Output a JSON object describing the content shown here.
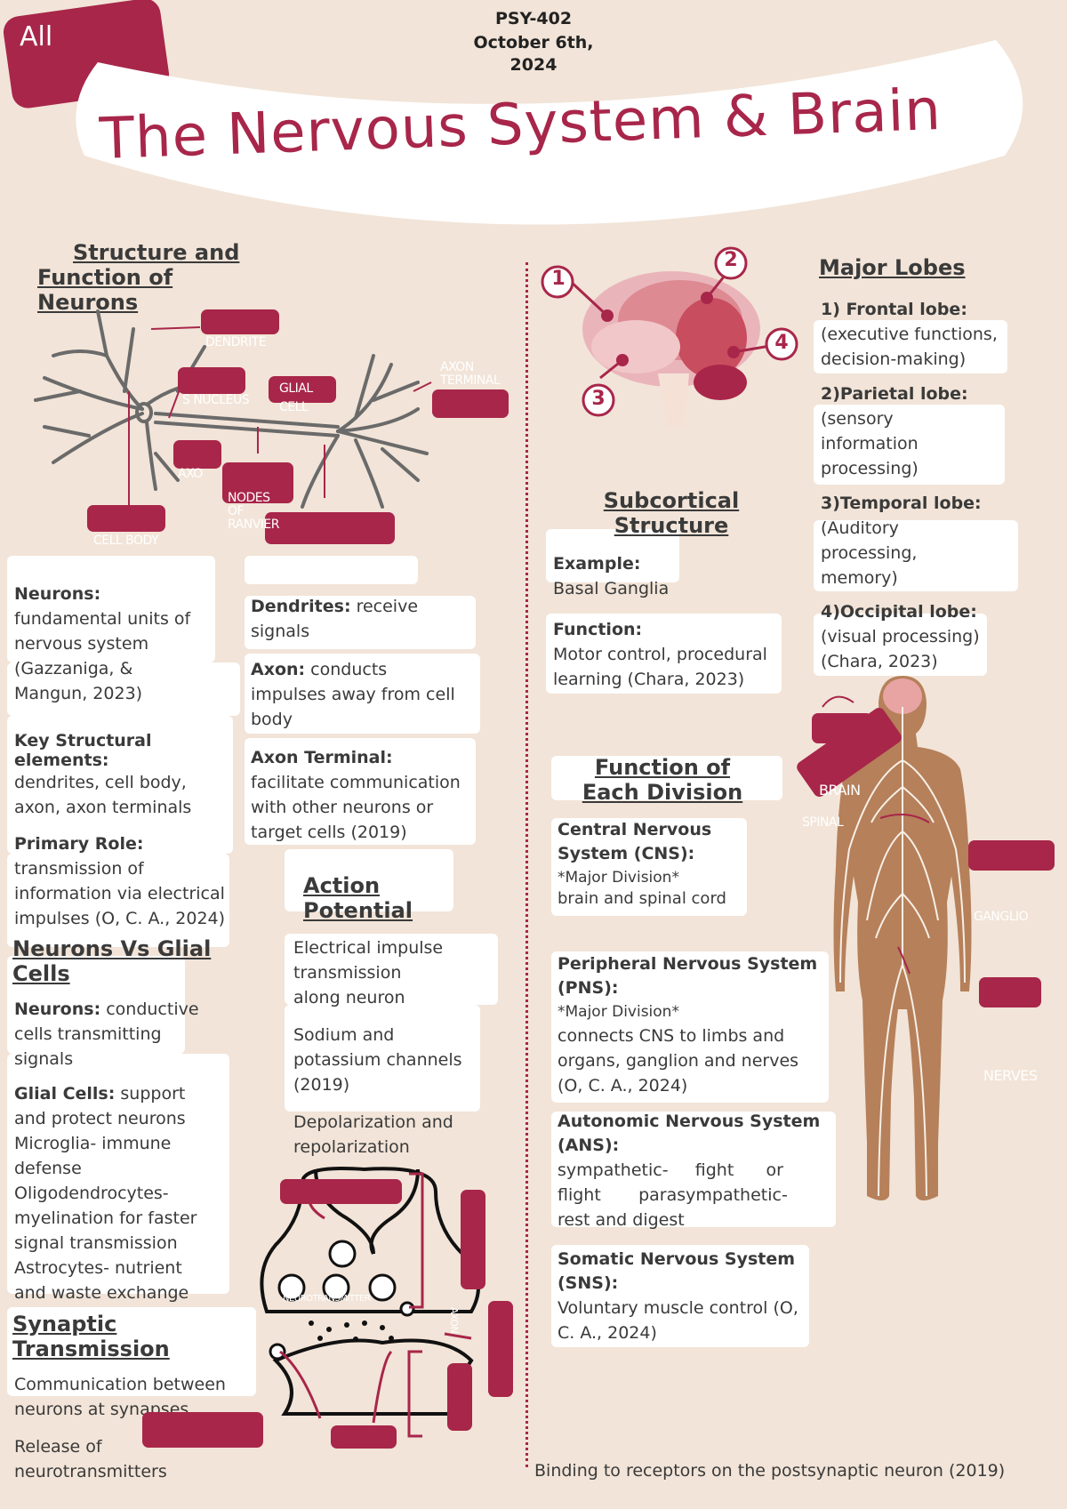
{
  "corner_tag": "All",
  "header": {
    "course": "PSY-402",
    "date_line1": "October 6th,",
    "date_line2": "2024",
    "title": "The Nervous System & Brain"
  },
  "neurons": {
    "heading": [
      "Structure and",
      "Function of",
      "Neurons"
    ],
    "diagram_labels": {
      "dendrite": "DENDRITE",
      "nucleus": "S NUCLEUS",
      "glial_cell": [
        "GLIAL",
        "CELL"
      ],
      "axon_terminal": [
        "AXON",
        "TERMINAL"
      ],
      "axon": "AXO",
      "nodes": [
        "NODES",
        "OF",
        "RANVIER"
      ],
      "cell_body": "CELL BODY"
    },
    "neurons_label": "Neurons:",
    "neurons_text": [
      "fundamental units of",
      "nervous system",
      "(Gazzaniga, &",
      "Mangun, 2023)"
    ],
    "key_label": [
      "Key Structural",
      "elements:"
    ],
    "key_text": [
      "dendrites, cell body,",
      "axon, axon terminals"
    ],
    "role_label": "Primary Role:",
    "role_text": [
      "transmission of",
      "information via electrical",
      "impulses (O, C. A., 2024)"
    ],
    "dendrites_label": "Dendrites:",
    "dendrites_text": " receive",
    "dendrites_text2": "signals",
    "axon_label": "Axon:",
    "axon_text": " conducts",
    "axon_text2": [
      "impulses away from cell",
      "body"
    ],
    "terminal_label": "Axon Terminal:",
    "terminal_text": [
      "facilitate communication",
      "with other neurons or",
      "target cells (2019)"
    ]
  },
  "glial": {
    "heading": [
      "Neurons Vs Glial",
      "Cells"
    ],
    "neurons_label": "Neurons:",
    "neurons_text": " conductive",
    "neurons_text2": [
      "cells transmitting",
      "signals"
    ],
    "glial_label": "Glial Cells:",
    "glial_text": " support",
    "glial_lines": [
      "and protect neurons",
      "Microglia- immune",
      "defense",
      "Oligodendrocytes-",
      "myelination for faster",
      "signal transmission",
      "Astrocytes- nutrient",
      "and waste exchange"
    ]
  },
  "action": {
    "heading": [
      "Action",
      "Potential"
    ],
    "lines1": [
      "Electrical impulse",
      "transmission",
      "along neuron"
    ],
    "lines2": [
      "Sodium and",
      "potassium channels",
      "(2019)"
    ],
    "lines3": [
      "Depolarization and",
      "repolarization"
    ]
  },
  "synaptic": {
    "heading": [
      "Synaptic",
      "Transmission"
    ],
    "lines1": [
      "Communication between",
      "neurons at synapses"
    ],
    "lines2": [
      "Release of",
      "neurotransmitters"
    ],
    "syn_labels": {
      "nt": "NEUROTRANSMITTER",
      "axon": "AXON"
    }
  },
  "lobes": {
    "heading": "Major Lobes",
    "items": [
      {
        "label": "1)  Frontal lobe:",
        "lines": [
          "(executive functions,",
          "decision-making)"
        ]
      },
      {
        "label": "2)Parietal lobe:",
        "lines": [
          "(sensory",
          "information",
          "processing)"
        ]
      },
      {
        "label": "3)Temporal lobe:",
        "lines": [
          "(Auditory",
          "processing,",
          "memory)"
        ]
      },
      {
        "label": "4)Occipital  lobe:",
        "lines": [
          "(visual processing)",
          "(Chara, 2023)"
        ]
      }
    ],
    "brain_numbers": [
      "1",
      "2",
      "3",
      "4"
    ]
  },
  "subcortical": {
    "heading": [
      "Subcortical",
      "Structure"
    ],
    "example_label": "Example:",
    "example": "Basal Ganglia",
    "function_label": "Function:",
    "function_lines": [
      "Motor control, procedural",
      "learning (Chara, 2023)"
    ]
  },
  "divisions": {
    "heading": [
      "Function of",
      "Each Division"
    ],
    "cns_label": [
      "Central Nervous",
      "System (CNS):"
    ],
    "cns_lines": [
      "*Major Division*",
      "brain and spinal cord"
    ],
    "pns_label": [
      "Peripheral Nervous System",
      "(PNS):"
    ],
    "pns_lines": [
      "*Major Division*",
      "connects CNS to limbs and",
      "organs, ganglion and nerves",
      "(O, C. A., 2024)"
    ],
    "ans_label": [
      "Autonomic Nervous System",
      "(ANS):"
    ],
    "ans_lines": [
      "sympathetic-     fight      or",
      "flight       parasympathetic-",
      "rest and digest"
    ],
    "sns_label": [
      "Somatic Nervous System",
      "(SNS):"
    ],
    "sns_lines": [
      "Voluntary muscle control (O,",
      "C. A., 2024)"
    ]
  },
  "body_labels": {
    "brain": "BRAIN",
    "spinal": "SPINAL",
    "ganglio": "GANGLIO",
    "nerves": "NERVES"
  },
  "footer": "Binding to receptors on the postsynaptic neuron (2019)",
  "colors": {
    "background": "#f2e4d8",
    "accent": "#a8264a",
    "text": "#3a3a3a",
    "body": "#b5805a"
  }
}
